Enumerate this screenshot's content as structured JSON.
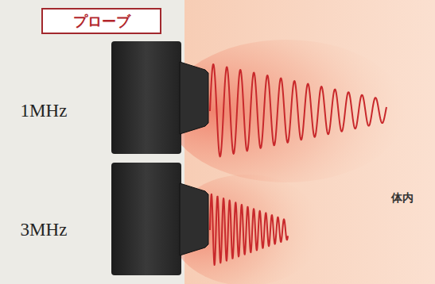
{
  "diagram": {
    "nodes": [
      {
        "text": [
          "プローブ"
        ]
      }
    ],
    "labels": [
      "1MHz",
      "3MHz",
      "体内"
    ]
  }
}
